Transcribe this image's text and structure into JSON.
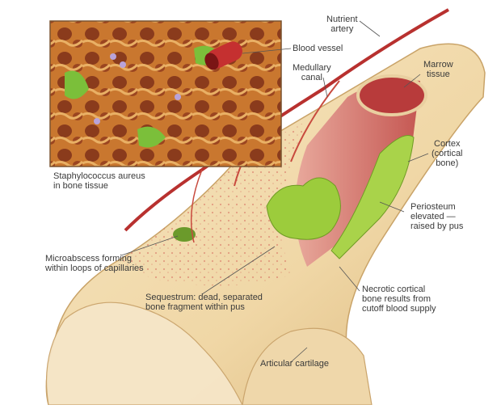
{
  "credit_text": "",
  "labels": {
    "nutrient_artery": [
      "Nutrient",
      "artery"
    ],
    "blood_vessel": "Blood vessel",
    "medullary_canal": [
      "Medullary",
      "canal"
    ],
    "marrow_tissue": [
      "Marrow",
      "tissue"
    ],
    "cortical_bone": [
      "Cortex",
      "(cortical",
      "bone)"
    ],
    "periosteum": [
      "Periosteum",
      "elevated —",
      "raised by pus"
    ],
    "staph": [
      "Staphylococcus aureus",
      "in bone tissue"
    ],
    "microabscess": [
      "Microabscess forming",
      "within loops of capillaries"
    ],
    "sequestrum": [
      "Sequestrum: dead, separated",
      "bone fragment within pus"
    ],
    "necrotic": [
      "Necrotic cortical",
      "bone results from",
      "cutoff blood supply"
    ],
    "articular": "Articular cartilage"
  },
  "colors": {
    "bone": "#f3dcae",
    "bone_shadow": "#d9b67c",
    "marrow": "#c24b4b",
    "pus": "#9ccc3c",
    "artery": "#b8312f",
    "inset_bg": "#d8823a"
  }
}
